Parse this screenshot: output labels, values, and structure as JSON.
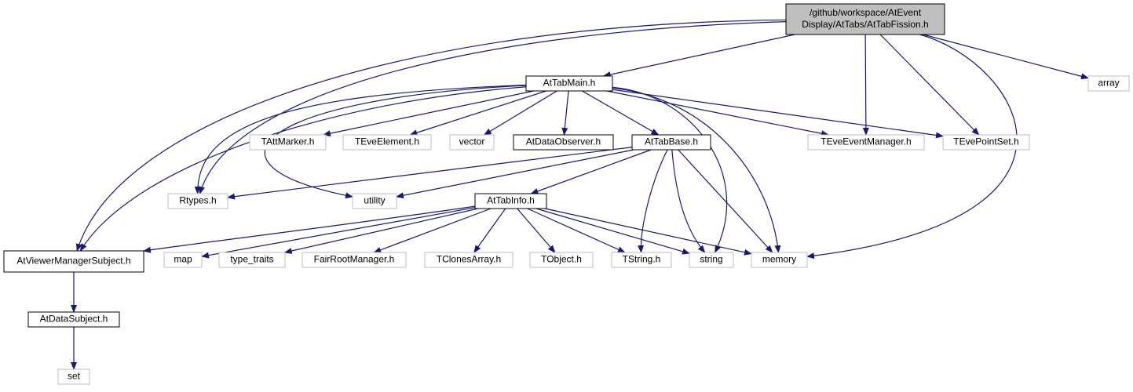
{
  "colors": {
    "edge": "#191970",
    "root_fill": "#bfbfbf",
    "root_stroke": "#000000",
    "local_stroke": "#000000",
    "external_stroke": "#bfbfbf",
    "background": "#ffffff"
  },
  "nodes": [
    {
      "id": "root",
      "kind": "root",
      "lines": [
        "/github/workspace/AtEvent",
        "Display/AtTabs/AtTabFission.h"
      ]
    },
    {
      "id": "main",
      "kind": "local",
      "lines": [
        "AtTabMain.h"
      ]
    },
    {
      "id": "array",
      "kind": "external",
      "lines": [
        "array"
      ]
    },
    {
      "id": "tattmarker",
      "kind": "external",
      "lines": [
        "TAttMarker.h"
      ]
    },
    {
      "id": "teveelement",
      "kind": "external",
      "lines": [
        "TEveElement.h"
      ]
    },
    {
      "id": "vector",
      "kind": "external",
      "lines": [
        "vector"
      ]
    },
    {
      "id": "atdataobserver",
      "kind": "local",
      "lines": [
        "AtDataObserver.h"
      ]
    },
    {
      "id": "attabbase",
      "kind": "local",
      "lines": [
        "AtTabBase.h"
      ]
    },
    {
      "id": "teveeventmanager",
      "kind": "external",
      "lines": [
        "TEveEventManager.h"
      ]
    },
    {
      "id": "tevepointset",
      "kind": "external",
      "lines": [
        "TEvePointSet.h"
      ]
    },
    {
      "id": "rtypes",
      "kind": "external",
      "lines": [
        "Rtypes.h"
      ]
    },
    {
      "id": "utility",
      "kind": "external",
      "lines": [
        "utility"
      ]
    },
    {
      "id": "attabinfo",
      "kind": "local",
      "lines": [
        "AtTabInfo.h"
      ]
    },
    {
      "id": "atviewer",
      "kind": "local",
      "lines": [
        "AtViewerManagerSubject.h"
      ]
    },
    {
      "id": "map",
      "kind": "external",
      "lines": [
        "map"
      ]
    },
    {
      "id": "type_traits",
      "kind": "external",
      "lines": [
        "type_traits"
      ]
    },
    {
      "id": "fairroot",
      "kind": "external",
      "lines": [
        "FairRootManager.h"
      ]
    },
    {
      "id": "tclones",
      "kind": "external",
      "lines": [
        "TClonesArray.h"
      ]
    },
    {
      "id": "tobject",
      "kind": "external",
      "lines": [
        "TObject.h"
      ]
    },
    {
      "id": "tstring",
      "kind": "external",
      "lines": [
        "TString.h"
      ]
    },
    {
      "id": "string",
      "kind": "external",
      "lines": [
        "string"
      ]
    },
    {
      "id": "memory",
      "kind": "external",
      "lines": [
        "memory"
      ]
    },
    {
      "id": "atdatasubject",
      "kind": "local",
      "lines": [
        "AtDataSubject.h"
      ]
    },
    {
      "id": "set",
      "kind": "external",
      "lines": [
        "set"
      ]
    }
  ],
  "edges": [
    {
      "from": "root",
      "to": "main"
    },
    {
      "from": "root",
      "to": "array"
    },
    {
      "from": "root",
      "to": "teveeventmanager"
    },
    {
      "from": "root",
      "to": "tevepointset"
    },
    {
      "from": "root",
      "to": "memory"
    },
    {
      "from": "root",
      "to": "rtypes"
    },
    {
      "from": "root",
      "to": "atviewer"
    },
    {
      "from": "main",
      "to": "tattmarker"
    },
    {
      "from": "main",
      "to": "teveelement"
    },
    {
      "from": "main",
      "to": "vector"
    },
    {
      "from": "main",
      "to": "atdataobserver"
    },
    {
      "from": "main",
      "to": "attabbase"
    },
    {
      "from": "main",
      "to": "teveeventmanager"
    },
    {
      "from": "main",
      "to": "tevepointset"
    },
    {
      "from": "main",
      "to": "rtypes"
    },
    {
      "from": "main",
      "to": "utility"
    },
    {
      "from": "main",
      "to": "atviewer"
    },
    {
      "from": "main",
      "to": "string"
    },
    {
      "from": "main",
      "to": "memory"
    },
    {
      "from": "attabbase",
      "to": "attabinfo"
    },
    {
      "from": "attabbase",
      "to": "rtypes"
    },
    {
      "from": "attabbase",
      "to": "utility"
    },
    {
      "from": "attabbase",
      "to": "tstring"
    },
    {
      "from": "attabbase",
      "to": "string"
    },
    {
      "from": "attabbase",
      "to": "memory"
    },
    {
      "from": "attabinfo",
      "to": "atviewer"
    },
    {
      "from": "attabinfo",
      "to": "map"
    },
    {
      "from": "attabinfo",
      "to": "type_traits"
    },
    {
      "from": "attabinfo",
      "to": "fairroot"
    },
    {
      "from": "attabinfo",
      "to": "tclones"
    },
    {
      "from": "attabinfo",
      "to": "tobject"
    },
    {
      "from": "attabinfo",
      "to": "tstring"
    },
    {
      "from": "attabinfo",
      "to": "string"
    },
    {
      "from": "attabinfo",
      "to": "memory"
    },
    {
      "from": "atviewer",
      "to": "atdatasubject"
    },
    {
      "from": "atdatasubject",
      "to": "set"
    }
  ]
}
